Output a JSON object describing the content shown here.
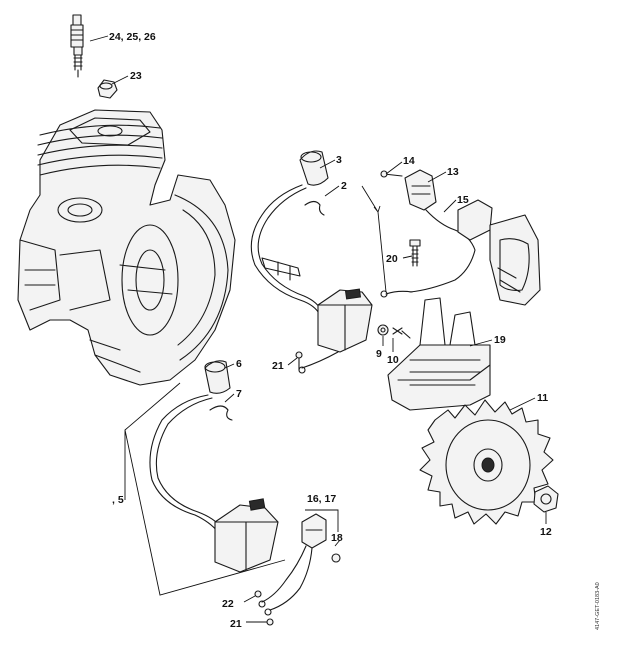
{
  "callouts": [
    {
      "id": "c24",
      "text": "24, 25, 26"
    },
    {
      "id": "c23",
      "text": "23"
    },
    {
      "id": "c3",
      "text": "3"
    },
    {
      "id": "c2",
      "text": "2"
    },
    {
      "id": "c14",
      "text": "14"
    },
    {
      "id": "c13",
      "text": "13"
    },
    {
      "id": "c15",
      "text": "15"
    },
    {
      "id": "c20",
      "text": "20"
    },
    {
      "id": "c19",
      "text": "19"
    },
    {
      "id": "c9",
      "text": "9"
    },
    {
      "id": "c10",
      "text": "10"
    },
    {
      "id": "c21a",
      "text": "21"
    },
    {
      "id": "c6",
      "text": "6"
    },
    {
      "id": "c7",
      "text": "7"
    },
    {
      "id": "c5",
      "text": ", 5"
    },
    {
      "id": "c11",
      "text": "11"
    },
    {
      "id": "c12",
      "text": "12"
    },
    {
      "id": "c1617",
      "text": "16, 17"
    },
    {
      "id": "c18",
      "text": "18"
    },
    {
      "id": "c22",
      "text": "22"
    },
    {
      "id": "c21b",
      "text": "21"
    }
  ],
  "doc_ref": "4147-GET-0183-A0"
}
